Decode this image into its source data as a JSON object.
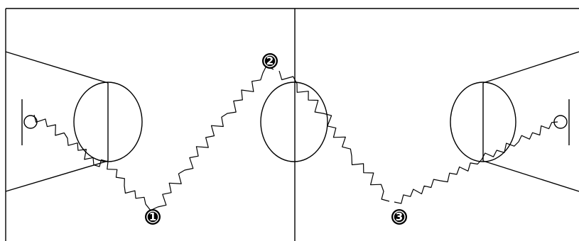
{
  "colors": {
    "background": "#ffffff",
    "lines": "#000000"
  },
  "markers": [
    {
      "id": "1",
      "label": "1"
    },
    {
      "id": "2",
      "label": "2"
    },
    {
      "id": "3",
      "label": "3"
    }
  ],
  "icons": {
    "court": "basketball-court-diagram",
    "dribble_path": "zigzag-dribble-line"
  }
}
